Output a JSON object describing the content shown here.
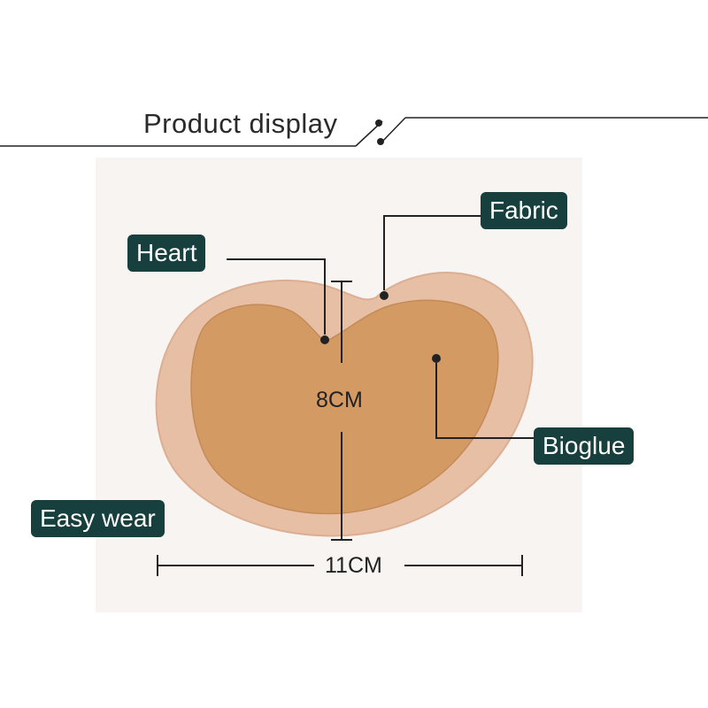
{
  "header": {
    "title": "Product display"
  },
  "labels": {
    "fabric": "Fabric",
    "heart": "Heart",
    "bioglue": "Bioglue",
    "easy_wear": "Easy wear"
  },
  "dimensions": {
    "height": "8CM",
    "width": "11CM"
  },
  "colors": {
    "tag_background": "#173f3d",
    "fabric_outer": "#e7bfa4",
    "bioglue_inner": "#d49a64",
    "photo_background": "#f7f4f2"
  }
}
